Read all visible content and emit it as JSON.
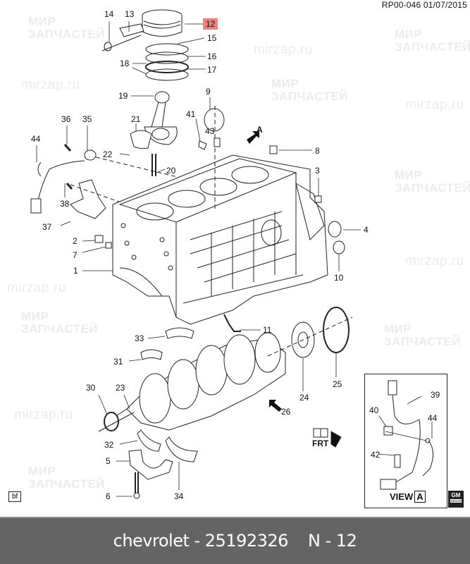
{
  "header": {
    "reference": "RP00-046  01/07/2015"
  },
  "diagram": {
    "highlighted_part": "12",
    "callouts": [
      "1",
      "2",
      "3",
      "4",
      "5",
      "6",
      "7",
      "8",
      "9",
      "10",
      "11",
      "12",
      "13",
      "14",
      "15",
      "16",
      "17",
      "18",
      "19",
      "20",
      "21",
      "22",
      "23",
      "24",
      "25",
      "26",
      "30",
      "31",
      "32",
      "33",
      "34",
      "35",
      "36",
      "37",
      "38",
      "39",
      "40",
      "41",
      "42",
      "43",
      "44",
      "44"
    ],
    "view_marker": "A",
    "frt_label": "FRT",
    "bf_badge": "bf",
    "gm_logo": {
      "text": "GM",
      "sub": "DEXOS"
    },
    "inset": {
      "title": "VIEW",
      "letter": "A",
      "callouts": [
        "39",
        "40",
        "42",
        "44"
      ]
    },
    "accent_color": "#f07f80"
  },
  "watermarks": {
    "brand_ru_1": "МИР",
    "brand_ru_2": "ЗАПЧАСТЕЙ",
    "url": "mirzap.ru"
  },
  "footer": {
    "brand": "chevrolet - 25192326",
    "part_number": "N - 12"
  }
}
